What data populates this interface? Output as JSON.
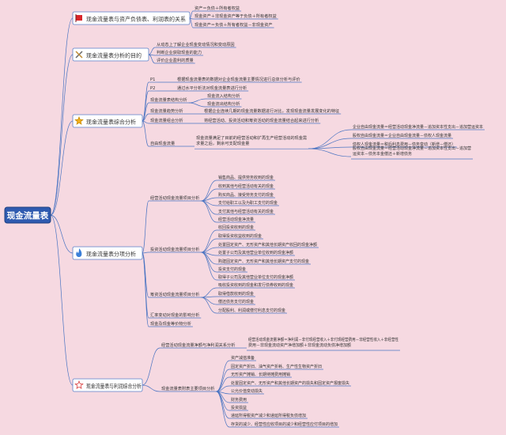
{
  "root": "现金流量表",
  "groups": [
    {
      "label": "现金流量表与资产负债表、利润表的关系",
      "icon": "red-flag-icon",
      "children": [
        {
          "label": "资产＝负债＋所有者权益"
        },
        {
          "label": "现金资产＋非现金资产等于负债＋所有者权益"
        },
        {
          "label": "现金资产＝负债＋所有者权益－非现金资产"
        }
      ]
    },
    {
      "label": "现金流量表分析的目的",
      "icon": "tools-icon",
      "children": [
        {
          "label": "从动态上了解企业现金变动情况和变动原因"
        },
        {
          "label": "判断企业获取现金的能力"
        },
        {
          "label": "评价企业盈利的质量"
        }
      ]
    },
    {
      "label": "现金流量表综合分析",
      "icon": "star-icon",
      "children": [
        {
          "label": "P1",
          "children": [
            {
              "label": "根据现金流量表的数据对企业现金流量主要情况进行总体分析与评价"
            }
          ]
        },
        {
          "label": "P2",
          "children": [
            {
              "label": "通过水平分析法对现金流量表进行分析"
            }
          ]
        },
        {
          "label": "现金流量表结构分析",
          "children": [
            {
              "label": "现金流入结构分析"
            },
            {
              "label": "现金流出结构分析"
            }
          ]
        },
        {
          "label": "现金流量趋势分析",
          "children": [
            {
              "label": "根据企业连续几期的现金流量数据进行对比，发现现金流量发展变化的特征"
            }
          ]
        },
        {
          "label": "现金流量组合分析",
          "children": [
            {
              "label": "将经营活动、投资活动和筹资活动的现金流量结合起来进行分析"
            }
          ]
        },
        {
          "label": "自由现金流量",
          "children": [
            {
              "label": "现金流量满足了目前的经营活动和扩再生产经营活动的现金需求量之后，剩余可支配现金量",
              "children": [
                {
                  "label": "企业自由现金流量＝经营活动现金净流量－追加资本性支出－追加营运资本"
                },
                {
                  "label": "股权自由现金流量＝企业自由现金流量－债权人现金流量"
                },
                {
                  "label": "债权人现金流量＝税后利息费用－债务变动（新增－偿还）"
                },
                {
                  "label": "股权自由现金流量＝经营活动现金净流量－追加资本性支出－追加营运资本－债务本金偿还＋新增债务"
                }
              ]
            }
          ]
        }
      ]
    },
    {
      "label": "现金流量表分项分析",
      "icon": "flame-icon",
      "children": [
        {
          "label": "经营活动现金流量项目分析",
          "children": [
            {
              "label": "销售商品、提供劳务收到的现金"
            },
            {
              "label": "收到其他与经营活动有关的现金"
            },
            {
              "label": "购买商品、接受劳务支付的现金"
            },
            {
              "label": "支付给职工以及为职工支付的现金"
            },
            {
              "label": "支付其他与经营活动有关的现金"
            },
            {
              "label": "经营活动现金净流量"
            }
          ]
        },
        {
          "label": "投资活动现金流量项目分析",
          "children": [
            {
              "label": "收回投资收到的现金"
            },
            {
              "label": "取得投资收益收到的现金"
            },
            {
              "label": "处置固定资产、无形资产和其他长期资产收回的现金净额"
            },
            {
              "label": "处置子公司及其他营业单位收到的现金净额"
            },
            {
              "label": "购建固定资产、无形资产和其他长期资产支付的现金"
            },
            {
              "label": "投资支付的现金"
            },
            {
              "label": "取得子公司及其他营业单位支付的现金净额"
            }
          ]
        },
        {
          "label": "筹资活动现金流量项目分析",
          "children": [
            {
              "label": "吸收投资收到的现金和发行债券收到的现金"
            },
            {
              "label": "取得借款收到的现金"
            },
            {
              "label": "偿还债务支付的现金"
            },
            {
              "label": "分配股利、利润或偿付利息支付的现金"
            }
          ]
        },
        {
          "label": "汇率变动对现金的影响分析"
        },
        {
          "label": "现金及现金等价物分析"
        }
      ]
    },
    {
      "label": "现金流量表与利润综合分析",
      "icon": "outline-star-icon",
      "children": [
        {
          "label": "经营活动现金流量净额与净利润关系分析",
          "children": [
            {
              "label": "经营活动现金流量净额＝净利润－非付现经营收入＋非付现经营费用－非经营性收入＋非经营性费用－非现金流动资产净增加额＋非现金流动负债净增加额"
            }
          ]
        },
        {
          "label": "现金流量表附表主要项目分析",
          "children": [
            {
              "label": "资产减值准备"
            },
            {
              "label": "固定资产折旧、油气资产折耗、生产性生物资产折旧"
            },
            {
              "label": "无形资产摊销、长期待摊费用摊销"
            },
            {
              "label": "处置固定资产、无形资产和其他长期资产的损失和固定资产报废损失"
            },
            {
              "label": "公允价值变动损失"
            },
            {
              "label": "财务费用"
            },
            {
              "label": "投资损益"
            },
            {
              "label": "递延所得税资产减少和递延所得税负债增加"
            },
            {
              "label": "存货的减少、经营性应收项目的减少和经营性应付项目的增加"
            }
          ]
        }
      ]
    }
  ]
}
